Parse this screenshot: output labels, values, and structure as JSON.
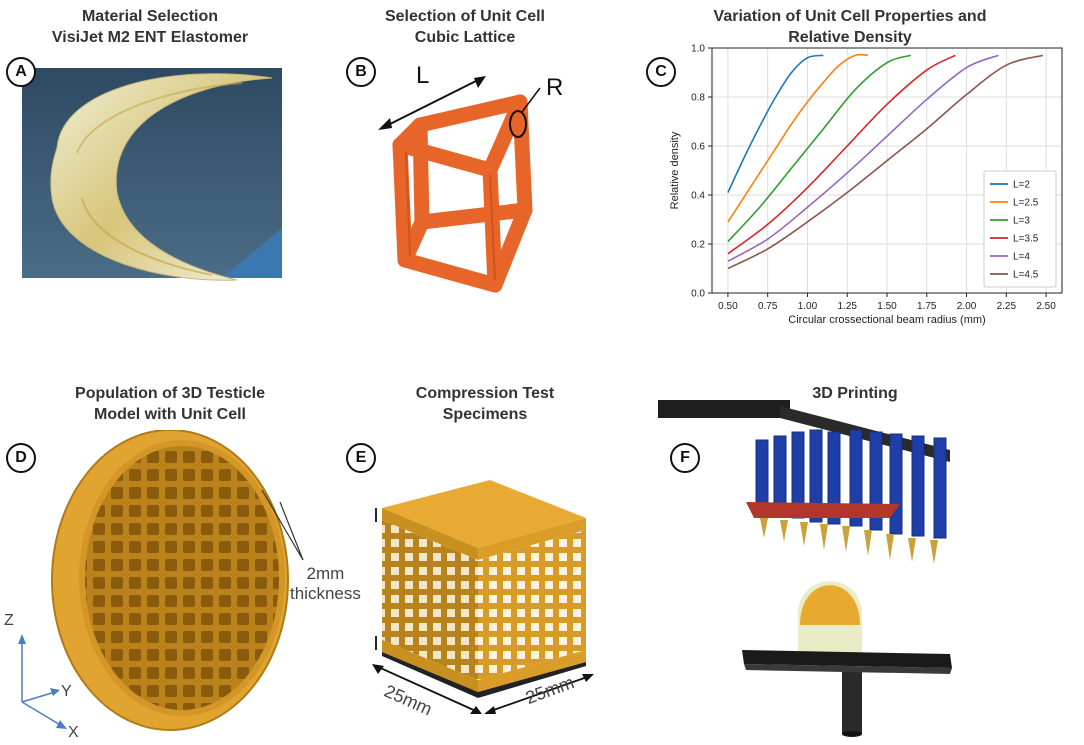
{
  "panels": {
    "a": {
      "badge": "A",
      "title_line1": "Material Selection",
      "title_line2": "VisiJet M2 ENT Elastomer"
    },
    "b": {
      "badge": "B",
      "title_line1": "Selection of Unit Cell",
      "title_line2": "Cubic Lattice",
      "label_length": "L",
      "label_radius": "R"
    },
    "c": {
      "badge": "C",
      "title_line1": "Variation of Unit Cell Properties and",
      "title_line2": "Relative Density"
    },
    "d": {
      "badge": "D",
      "title_line1": "Population of 3D Testicle",
      "title_line2": "Model with Unit Cell",
      "thickness_line1": "2mm",
      "thickness_line2": "thickness",
      "axis_z": "Z",
      "axis_y": "Y",
      "axis_x": "X"
    },
    "e": {
      "badge": "E",
      "title_line1": "Compression Test",
      "title_line2": "Specimens",
      "dim_left": "25mm",
      "dim_right": "25mm"
    },
    "f": {
      "badge": "F",
      "title_line1": "3D Printing"
    }
  },
  "colors": {
    "lattice_orange": "#e8652a",
    "specimen_gold": "#e6a42a",
    "printer_blue": "#1f3fa8"
  },
  "chart_data": {
    "type": "line",
    "xlabel": "Circular crossectional beam radius (mm)",
    "ylabel": "Relative density",
    "xlim": [
      0.4,
      2.6
    ],
    "ylim": [
      0.0,
      1.0
    ],
    "xticks": [
      "0.50",
      "0.75",
      "1.00",
      "1.25",
      "1.50",
      "1.75",
      "2.00",
      "2.25",
      "2.50"
    ],
    "yticks": [
      "0.0",
      "0.2",
      "0.4",
      "0.6",
      "0.8",
      "1.0"
    ],
    "grid": true,
    "legend_position": "bottom-right",
    "series": [
      {
        "name": "L=2",
        "color": "#1f77b4",
        "x": [
          0.5,
          0.6,
          0.7,
          0.8,
          0.9,
          1.0,
          1.1
        ],
        "y": [
          0.41,
          0.55,
          0.68,
          0.8,
          0.9,
          0.96,
          0.97
        ]
      },
      {
        "name": "L=2.5",
        "color": "#ff7f0e",
        "x": [
          0.5,
          0.6,
          0.7,
          0.8,
          0.9,
          1.0,
          1.1,
          1.2,
          1.3,
          1.38
        ],
        "y": [
          0.29,
          0.39,
          0.49,
          0.59,
          0.69,
          0.78,
          0.86,
          0.93,
          0.97,
          0.97
        ]
      },
      {
        "name": "L=3",
        "color": "#2ca02c",
        "x": [
          0.5,
          0.7,
          0.9,
          1.1,
          1.3,
          1.5,
          1.65
        ],
        "y": [
          0.21,
          0.35,
          0.51,
          0.67,
          0.83,
          0.94,
          0.97
        ]
      },
      {
        "name": "L=3.5",
        "color": "#d62728",
        "x": [
          0.5,
          0.75,
          1.0,
          1.25,
          1.5,
          1.75,
          1.93
        ],
        "y": [
          0.16,
          0.28,
          0.43,
          0.6,
          0.77,
          0.91,
          0.97
        ]
      },
      {
        "name": "L=4",
        "color": "#9467bd",
        "x": [
          0.5,
          0.75,
          1.0,
          1.25,
          1.5,
          1.75,
          2.0,
          2.2
        ],
        "y": [
          0.13,
          0.22,
          0.35,
          0.49,
          0.64,
          0.79,
          0.92,
          0.97
        ]
      },
      {
        "name": "L=4.5",
        "color": "#8c564b",
        "x": [
          0.5,
          0.75,
          1.0,
          1.25,
          1.5,
          1.75,
          2.0,
          2.25,
          2.48
        ],
        "y": [
          0.1,
          0.18,
          0.29,
          0.41,
          0.54,
          0.67,
          0.81,
          0.93,
          0.97
        ]
      }
    ]
  }
}
